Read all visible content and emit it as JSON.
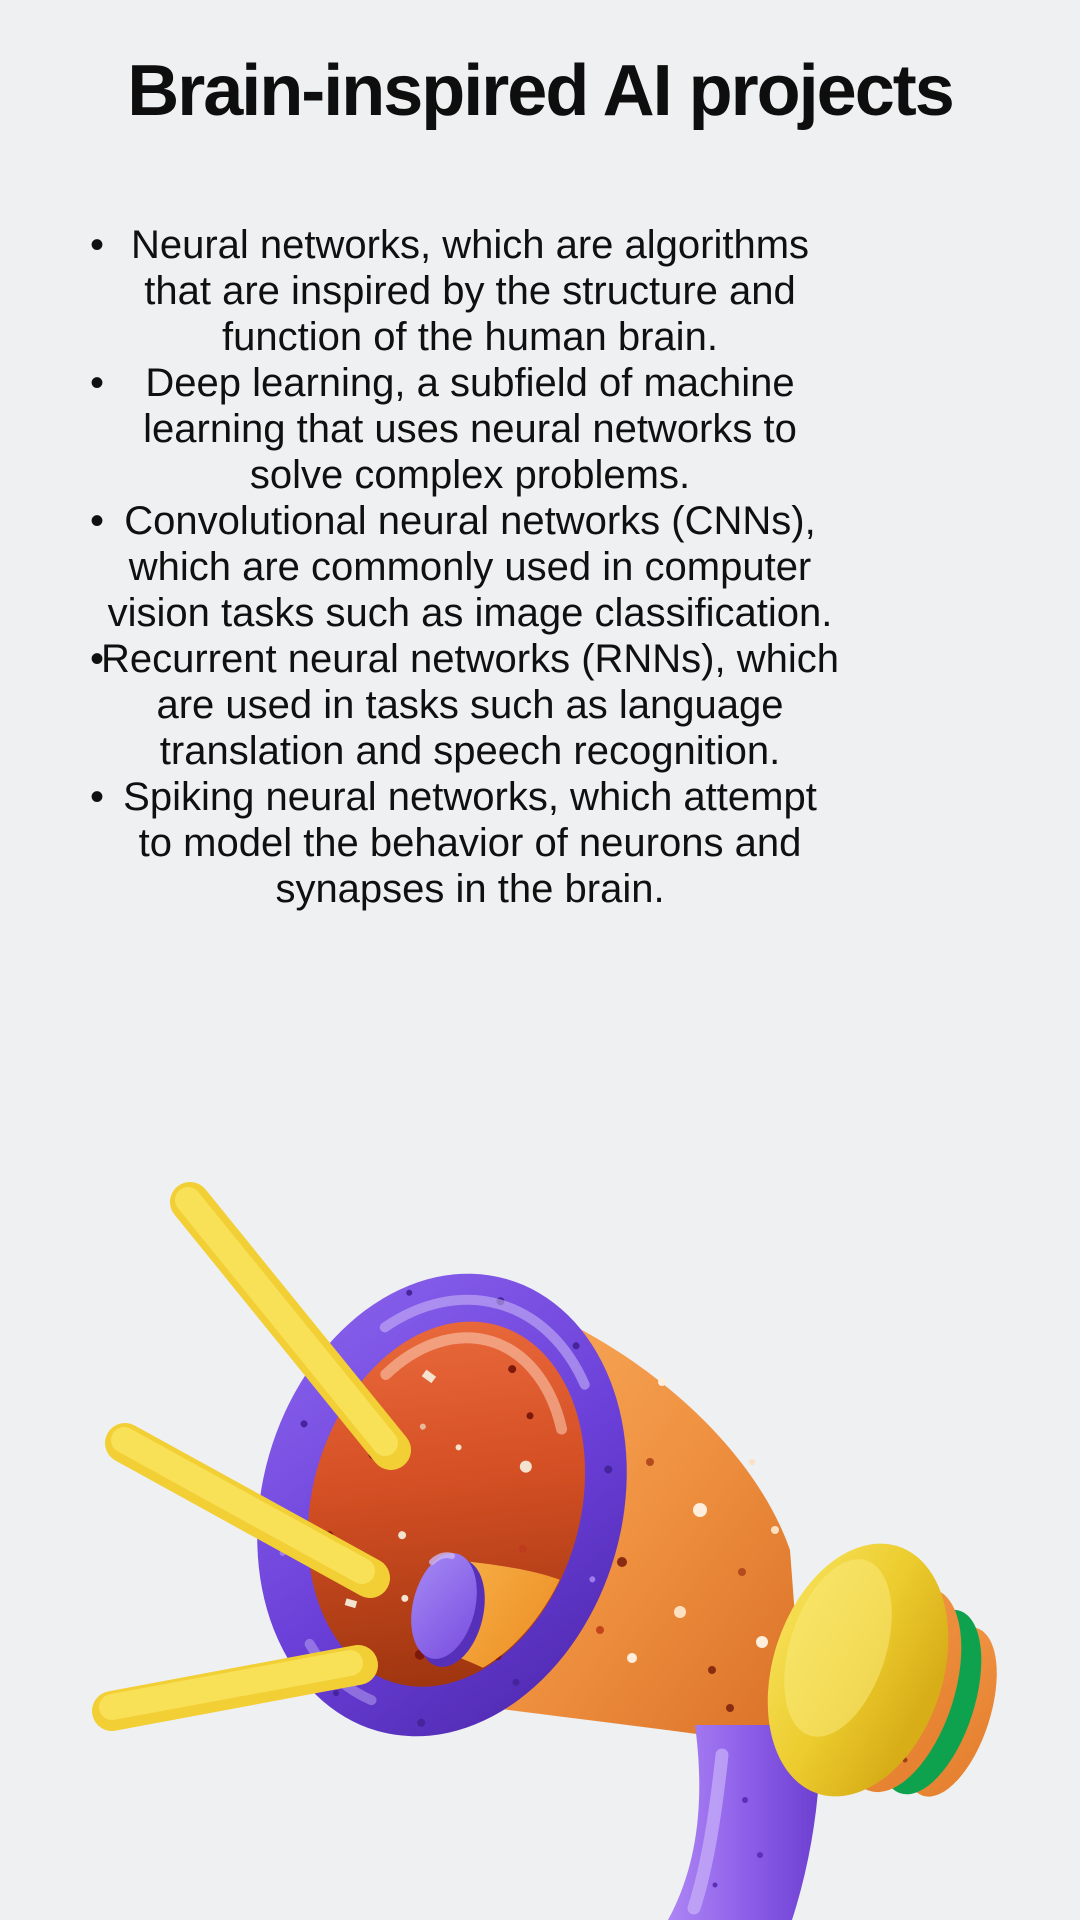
{
  "page": {
    "background": "#eef0f1",
    "text_color": "#101010"
  },
  "poster": {
    "title": "Brain-inspired AI projects",
    "bullet_marker": "•",
    "bullets": [
      {
        "lines": [
          "Neural networks, which are algorithms",
          "that are inspired by the structure and",
          "function of the human brain."
        ]
      },
      {
        "lines": [
          "Deep learning, a subfield of machine",
          "learning that uses neural networks to",
          "solve complex problems."
        ]
      },
      {
        "lines": [
          "Convolutional neural networks (CNNs),",
          "which are commonly used in computer",
          "vision tasks such as image classification."
        ]
      },
      {
        "lines": [
          "Recurrent neural networks (RNNs), which",
          "are used in tasks such as language",
          "translation and speech recognition."
        ]
      },
      {
        "lines": [
          "Spiking neural networks, which attempt",
          "to model the behavior of neurons and",
          "synapses in the brain."
        ]
      }
    ],
    "illustration": {
      "name": "3d-megaphone-with-sound-rays",
      "colors": {
        "rim_purple": "#6a3fd8",
        "cone_red": "#d44f24",
        "horn_orange": "#ef9140",
        "ray_yellow": "#f2cf35",
        "ray_yellow_light": "#f8e057",
        "collar_yellow": "#eccc2e",
        "cap_green": "#0fa24e",
        "handle_purple": "#8b5ce8",
        "button_purple": "#7a4fe0"
      }
    }
  }
}
